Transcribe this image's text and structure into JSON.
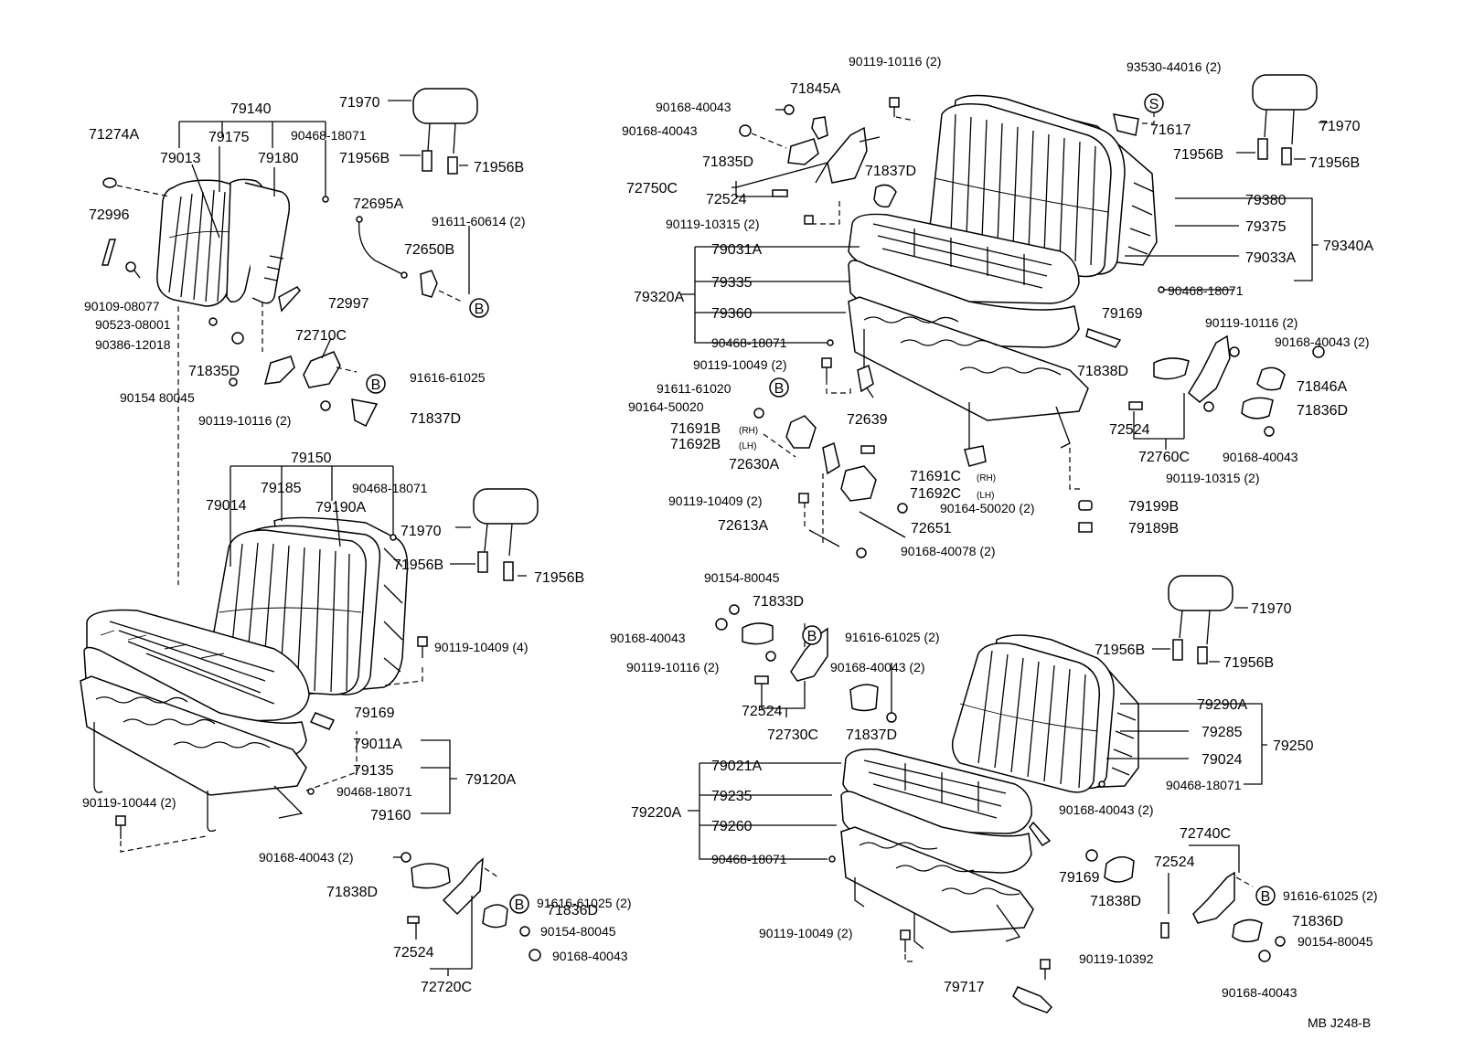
{
  "left_top": {
    "labels": [
      "79140",
      "71274A",
      "79013",
      "79175",
      "79180",
      "90468-18071",
      "72996",
      "90109-08077",
      "90523-08001",
      "90386-12018",
      "71835D",
      "90154 80045",
      "90119-10116 (2)",
      "72710C",
      "91616-61025",
      "71837D",
      "72997",
      "71970",
      "71956B",
      "71956B",
      "72695A",
      "72650B",
      "91611-60614 (2)"
    ]
  },
  "left_bottom": {
    "labels": [
      "79150",
      "79014",
      "79185",
      "79190A",
      "90468-18071",
      "71970",
      "71956B",
      "71956B",
      "90119-10409 (4)",
      "79169",
      "79011A",
      "79135",
      "79120A",
      "90468-18071",
      "79160",
      "90119-10044 (2)",
      "90168-40043 (2)",
      "71838D",
      "91616-61025 (2)",
      "71836D",
      "90154-80045",
      "90168-40043",
      "72524",
      "72720C"
    ]
  },
  "right_top": {
    "labels": [
      "90119-10116 (2)",
      "71845A",
      "90168-40043",
      "90168-40043",
      "71835D",
      "72750C",
      "72524",
      "71837D",
      "90119-10315 (2)",
      "93530-44016 (2)",
      "71617",
      "71970",
      "71956B",
      "71956B",
      "79031A",
      "79335",
      "79320A",
      "79360",
      "90468-18071",
      "79380",
      "79375",
      "79033A",
      "79340A",
      "90468-18071",
      "79169",
      "90119-10049 (2)",
      "91611-61020",
      "90164-50020",
      "71691B",
      "(RH)",
      "71692B",
      "(LH)",
      "72639",
      "72630A",
      "71691C",
      "(RH)",
      "71692C",
      "(LH)",
      "90164-50020 (2)",
      "90119-10409 (2)",
      "72613A",
      "72651",
      "90168-40078 (2)",
      "79199B",
      "79189B",
      "90119-10116 (2)",
      "90168-40043 (2)",
      "71838D",
      "71846A",
      "72524",
      "71836D",
      "72760C",
      "90168-40043",
      "90119-10315 (2)"
    ]
  },
  "right_bottom": {
    "labels": [
      "90154-80045",
      "71833D",
      "90168-40043",
      "91616-61025 (2)",
      "90119-10116 (2)",
      "90168-40043 (2)",
      "72524",
      "72730C",
      "71837D",
      "71970",
      "71956B",
      "71956B",
      "79021A",
      "79235",
      "79220A",
      "79260",
      "90468-18071",
      "79290A",
      "79285",
      "79024",
      "79250",
      "90468-18071",
      "90168-40043 (2)",
      "79169",
      "71838D",
      "72740C",
      "72524",
      "91616-61025 (2)",
      "71836D",
      "90154-80045",
      "90119-10049 (2)",
      "90119-10392",
      "79717",
      "90168-40043"
    ]
  },
  "callout_symbols": [
    "B",
    "S"
  ],
  "figure_code": "MB  J248-B"
}
